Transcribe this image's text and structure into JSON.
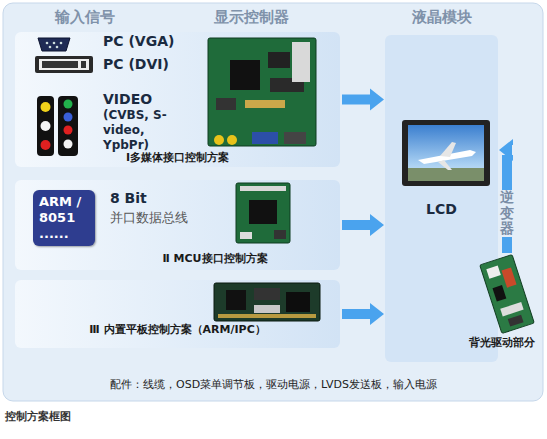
{
  "diagram": {
    "caption": "控制方案框图",
    "nodes": [
      {
        "text": [
          "Ⅰ多媒体接口控制方案"
        ]
      },
      {
        "text": [
          "Ⅱ MCU接口控制方案"
        ]
      },
      {
        "text": [
          "ARM / 8051 ......"
        ],
        "in": 1
      },
      {
        "text": [
          "Ⅲ 内置平板控制方案（ARM/IPC）"
        ]
      },
      {
        "text": [
          "液晶模块",
          "LCD"
        ]
      },
      {
        "text": [
          "背光驱动部分"
        ]
      }
    ],
    "edges": [
      {
        "from": 0,
        "to": 4,
        "arrow": "to"
      },
      {
        "from": 1,
        "to": 4,
        "arrow": "to"
      },
      {
        "from": 3,
        "to": 4,
        "arrow": "to"
      },
      {
        "from": 5,
        "to": 4,
        "arrow": "to",
        "label": "逆变器"
      }
    ],
    "labels": [
      "输入信号",
      "显示控制器",
      "PC (VGA)",
      "PC (DVI)",
      "VIDEO",
      "(CVBS, S-video, YpbPr)",
      "8 Bit",
      "并口数据总线",
      "配件：线缆，OSD菜单调节板，驱动电源，LVDS发送板，输入电源"
    ]
  }
}
